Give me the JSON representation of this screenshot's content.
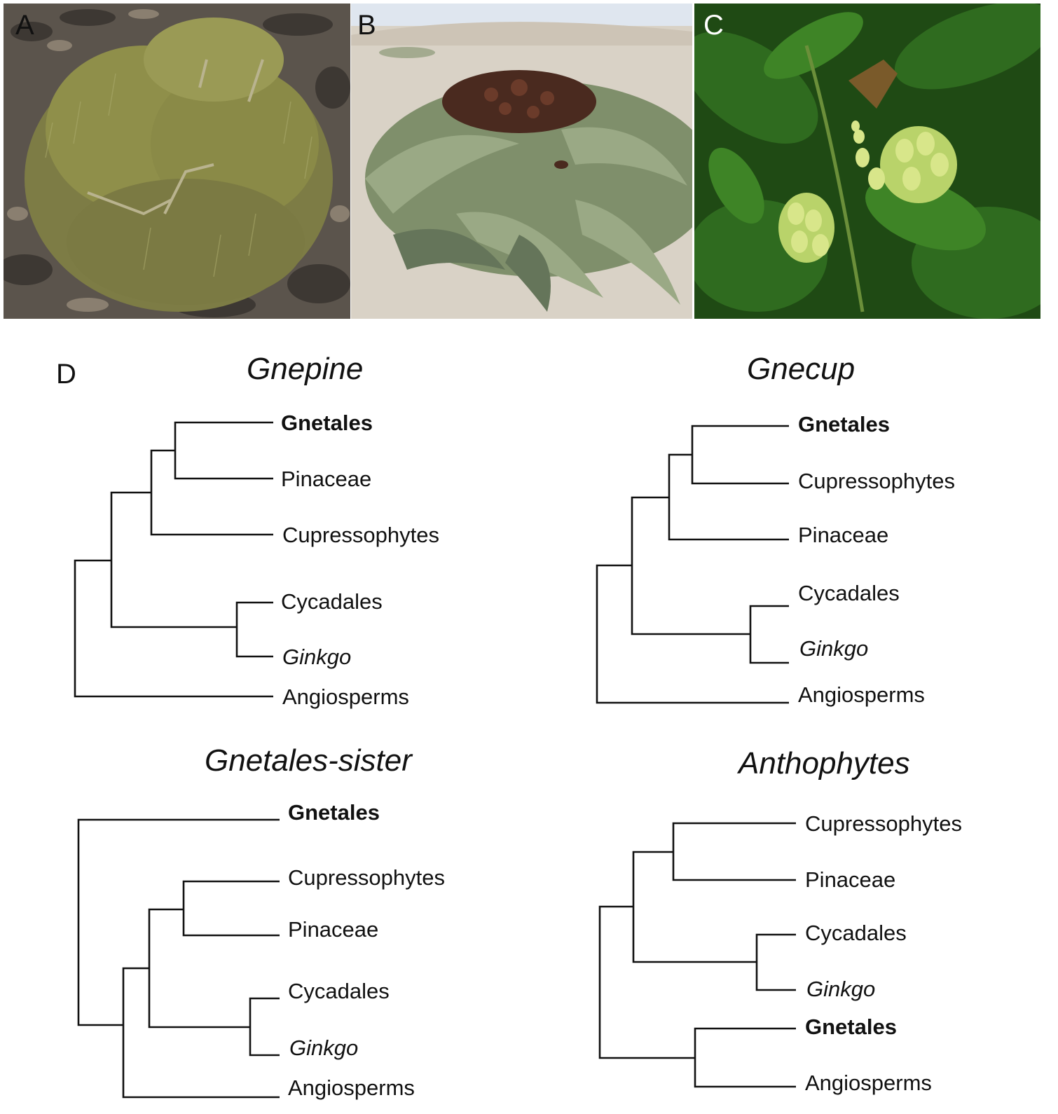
{
  "panels": {
    "A": {
      "label": "A"
    },
    "B": {
      "label": "B"
    },
    "C": {
      "label": "C"
    },
    "D": {
      "label": "D"
    }
  },
  "colors": {
    "ephedra_green": "#8f8f4a",
    "rock_dark": "#4a4540",
    "sand": "#d9d2c6",
    "sky": "#dfe6ef",
    "welwitschia_leaf": "#7f8f6b",
    "cone_brown": "#4a2a1f",
    "gnetum_leaf": "#2f6b1f",
    "gnetum_fruit": "#b9d36a",
    "line": "#111111"
  },
  "trees": [
    {
      "title": "Gnepine",
      "taxa": [
        {
          "name": "Gnetales",
          "style": "bold"
        },
        {
          "name": "Pinaceae",
          "style": "normal"
        },
        {
          "name": "Cupressophytes",
          "style": "normal"
        },
        {
          "name": "Cycadales",
          "style": "normal"
        },
        {
          "name": "Ginkgo",
          "style": "italic"
        },
        {
          "name": "Angiosperms",
          "style": "normal"
        }
      ]
    },
    {
      "title": "Gnecup",
      "taxa": [
        {
          "name": "Gnetales",
          "style": "bold"
        },
        {
          "name": "Cupressophytes",
          "style": "normal"
        },
        {
          "name": "Pinaceae",
          "style": "normal"
        },
        {
          "name": "Cycadales",
          "style": "normal"
        },
        {
          "name": "Ginkgo",
          "style": "italic"
        },
        {
          "name": "Angiosperms",
          "style": "normal"
        }
      ]
    },
    {
      "title": "Gnetales-sister",
      "taxa": [
        {
          "name": "Gnetales",
          "style": "bold"
        },
        {
          "name": "Cupressophytes",
          "style": "normal"
        },
        {
          "name": "Pinaceae",
          "style": "normal"
        },
        {
          "name": "Cycadales",
          "style": "normal"
        },
        {
          "name": "Ginkgo",
          "style": "italic"
        },
        {
          "name": "Angiosperms",
          "style": "normal"
        }
      ]
    },
    {
      "title": "Anthophytes",
      "taxa": [
        {
          "name": "Cupressophytes",
          "style": "normal"
        },
        {
          "name": "Pinaceae",
          "style": "normal"
        },
        {
          "name": "Cycadales",
          "style": "normal"
        },
        {
          "name": "Ginkgo",
          "style": "italic"
        },
        {
          "name": "Gnetales",
          "style": "bold"
        },
        {
          "name": "Angiosperms",
          "style": "normal"
        }
      ]
    }
  ]
}
